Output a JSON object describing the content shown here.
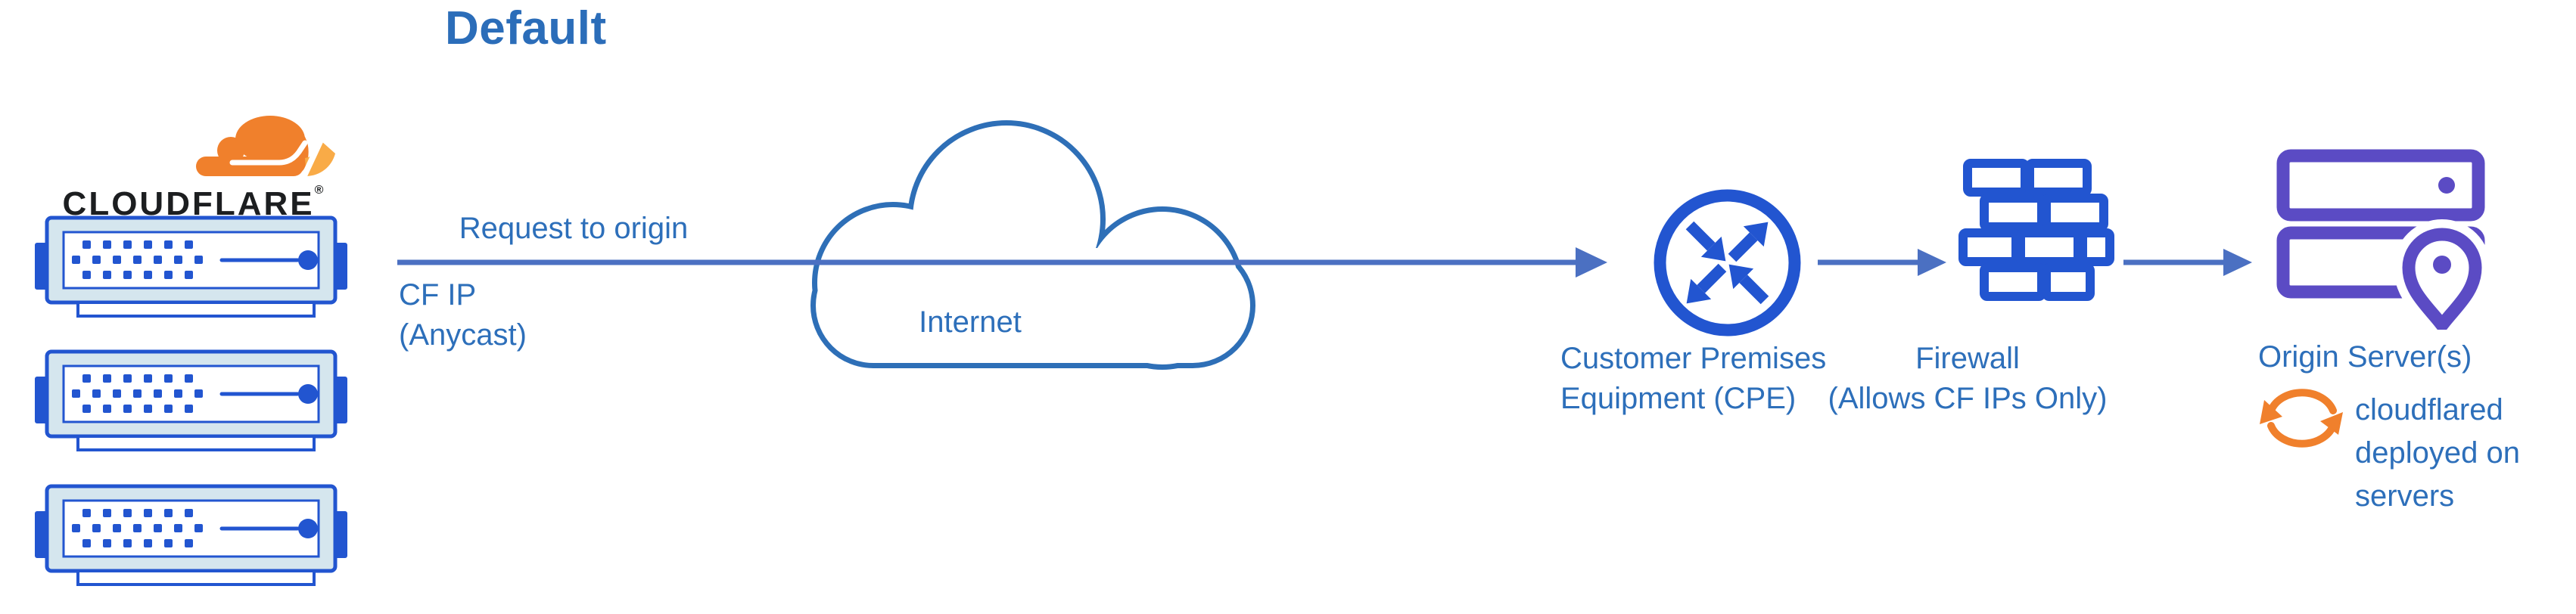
{
  "title": "Default",
  "cloudflare": {
    "wordmark": "CLOUDFLARE",
    "registered": "®",
    "server_count": 3
  },
  "edge_flow": {
    "request_label": "Request to origin",
    "cf_ip_line1": "CF IP",
    "cf_ip_line2": "(Anycast)"
  },
  "internet": {
    "label": "Internet"
  },
  "cpe": {
    "label_line1": "Customer Premises",
    "label_line2": "Equipment (CPE)"
  },
  "firewall": {
    "label_line1": "Firewall",
    "label_line2": "(Allows CF IPs Only)"
  },
  "origin": {
    "label": "Origin Server(s)"
  },
  "cloudflared": {
    "line1": "cloudflared",
    "line2": "deployed on",
    "line3": "servers"
  },
  "colors": {
    "title_blue": "#2b6db9",
    "label_blue": "#2d6fba",
    "flow_line_blue": "#4b70c2",
    "icon_royal_blue": "#2255d0",
    "cloud_outline_blue": "#2e6fb7",
    "server_frame_pale": "#d5e6ee",
    "origin_purple": "#5b4bc4",
    "cloudflare_orange": "#f0802c",
    "cloudflare_orange_light": "#f9ab47",
    "wordmark_black": "#1c1e20"
  }
}
